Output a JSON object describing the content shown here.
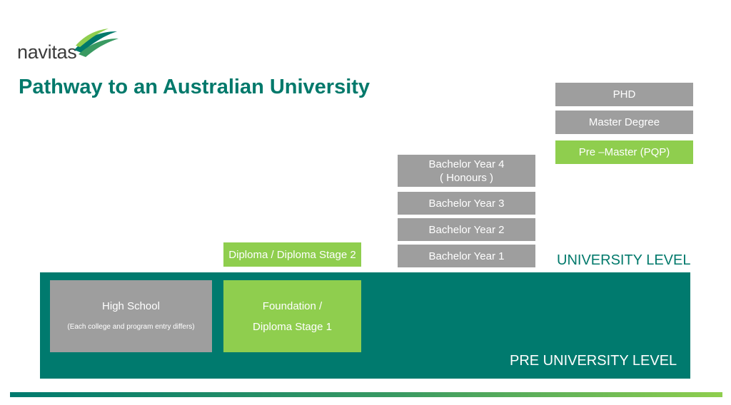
{
  "brand": {
    "logo_text": "navitas",
    "colors": {
      "teal": "#007a6e",
      "green": "#8fce4e",
      "grey": "#9e9e9e"
    }
  },
  "title": "Pathway to an Australian University",
  "levels": {
    "university": "UNIVERSITY LEVEL",
    "pre_university": "PRE UNIVERSITY LEVEL"
  },
  "pre_university": {
    "high_school": {
      "title": "High School",
      "note": "(Each college and program entry differs)"
    },
    "foundation": {
      "line1": "Foundation /",
      "line2": "Diploma Stage 1"
    }
  },
  "diploma_stage2": "Diploma / Diploma Stage 2",
  "bachelor": {
    "year1": "Bachelor Year 1",
    "year2": "Bachelor Year 2",
    "year3": "Bachelor Year 3",
    "year4_line1": "Bachelor Year 4",
    "year4_line2": "( Honours )"
  },
  "postgrad": {
    "phd": "PHD",
    "master": "Master Degree",
    "pre_master": "Pre –Master (PQP)"
  }
}
